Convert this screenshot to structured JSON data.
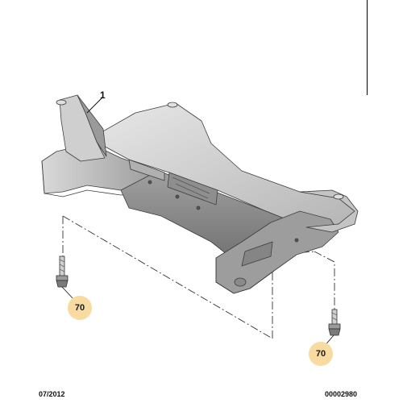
{
  "callouts": {
    "part_1": "1",
    "bolt_left": "70",
    "bolt_right": "70"
  },
  "footer": {
    "date": "07/2012",
    "ref_code": "00002980"
  },
  "colors": {
    "badge_fill": "#f7dba0",
    "part_fill": "#b9b9b9",
    "part_shadow": "#7d7d7d",
    "part_light": "#e2e2e2"
  }
}
